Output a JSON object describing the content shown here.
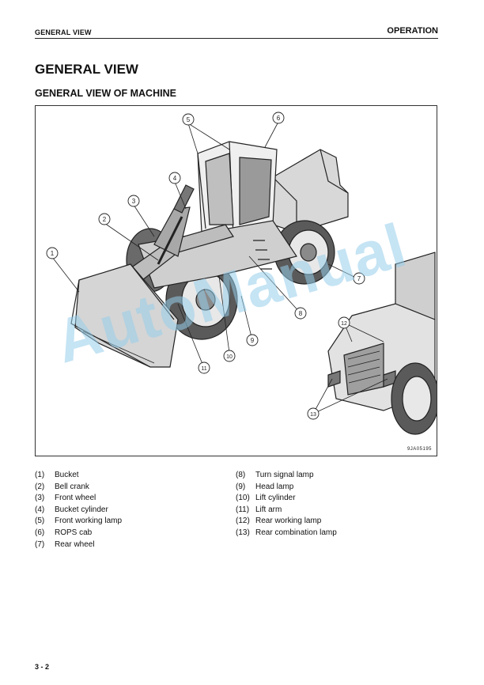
{
  "header": {
    "section": "GENERAL VIEW",
    "chapter": "OPERATION"
  },
  "title": "GENERAL VIEW",
  "subtitle": "GENERAL VIEW OF MACHINE",
  "figure": {
    "code": "9JA05195",
    "callouts": [
      "1",
      "2",
      "3",
      "4",
      "5",
      "6",
      "7",
      "8",
      "9",
      "10",
      "11",
      "12",
      "13"
    ]
  },
  "legend": [
    {
      "num": "(1)",
      "label": "Bucket"
    },
    {
      "num": "(2)",
      "label": "Bell crank"
    },
    {
      "num": "(3)",
      "label": "Front wheel"
    },
    {
      "num": "(4)",
      "label": "Bucket cylinder"
    },
    {
      "num": "(5)",
      "label": "Front working lamp"
    },
    {
      "num": "(6)",
      "label": "ROPS cab"
    },
    {
      "num": "(7)",
      "label": "Rear wheel"
    },
    {
      "num": "(8)",
      "label": "Turn signal lamp"
    },
    {
      "num": "(9)",
      "label": "Head lamp"
    },
    {
      "num": "(10)",
      "label": "Lift cylinder"
    },
    {
      "num": "(11)",
      "label": "Lift arm"
    },
    {
      "num": "(12)",
      "label": "Rear working lamp"
    },
    {
      "num": "(13)",
      "label": "Rear combination lamp"
    }
  ],
  "page_number": "3 - 2",
  "watermark": "AutoManual"
}
